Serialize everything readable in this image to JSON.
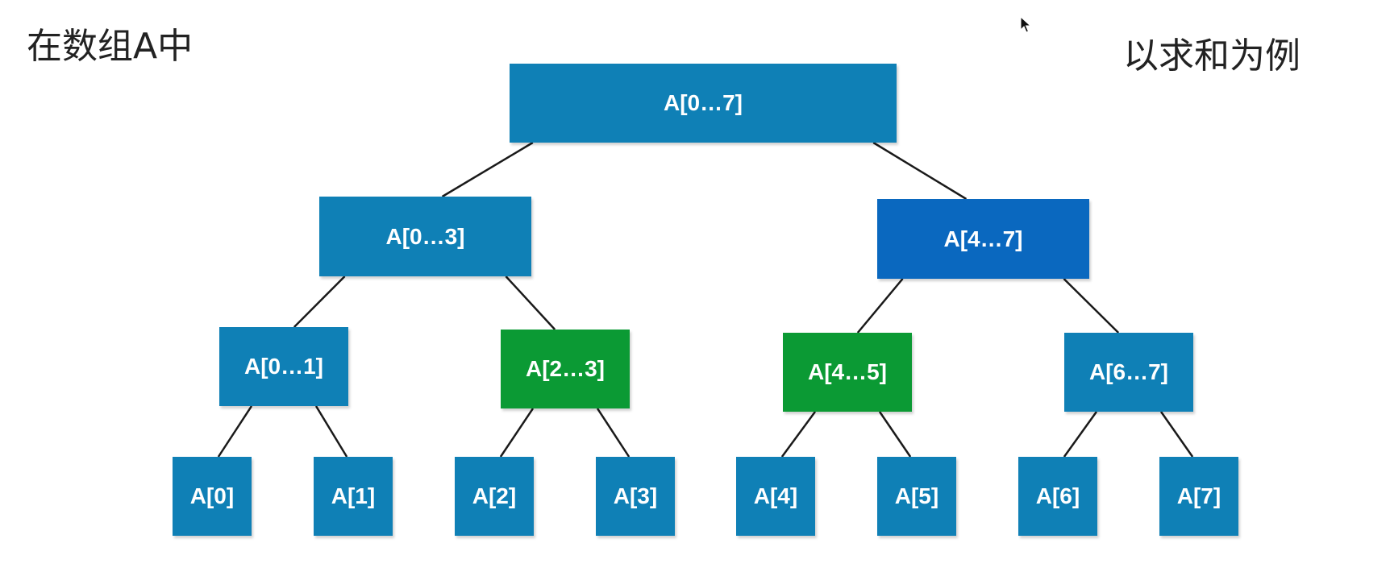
{
  "captions": {
    "left": "在数组A中",
    "right": "以求和为例"
  },
  "colors": {
    "node_blue": "#0f80b6",
    "node_deep_blue": "#0a68bf",
    "node_green": "#0b9a34",
    "edge": "#1a1a1a"
  },
  "tree": {
    "root": "A[0…7]",
    "level1": [
      "A[0…3]",
      "A[4…7]"
    ],
    "level2": [
      "A[0…1]",
      "A[2…3]",
      "A[4…5]",
      "A[6…7]"
    ],
    "leaves": [
      "A[0]",
      "A[1]",
      "A[2]",
      "A[3]",
      "A[4]",
      "A[5]",
      "A[6]",
      "A[7]"
    ]
  },
  "highlight": {
    "deep_blue": [
      "A[4…7]"
    ],
    "green": [
      "A[2…3]",
      "A[4…5]"
    ]
  }
}
